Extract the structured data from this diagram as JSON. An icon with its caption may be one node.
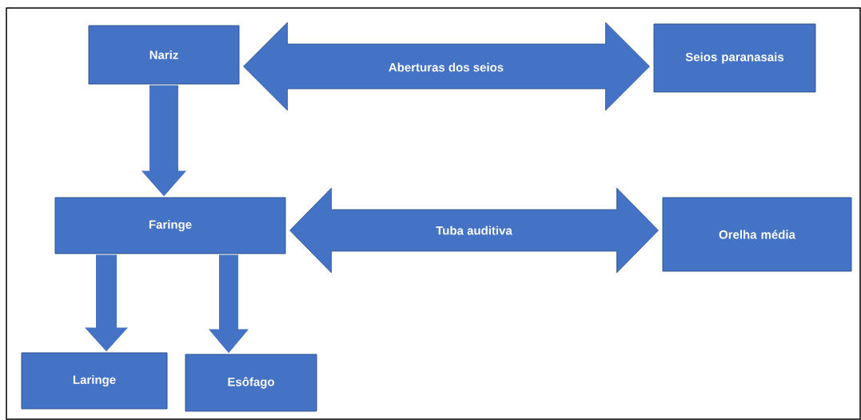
{
  "diagram": {
    "nodes": [
      {
        "text": [
          "Nariz"
        ]
      },
      {
        "text": [
          "Seios paranasais"
        ]
      },
      {
        "text": [
          "Faringe"
        ]
      },
      {
        "text": [
          "Orelha média"
        ]
      },
      {
        "text": [
          "Laringe"
        ]
      },
      {
        "text": [
          "Esôfago"
        ]
      }
    ],
    "edges": [
      {
        "from": 0,
        "to": 2,
        "arrow": "to"
      },
      {
        "from": 0,
        "to": 1,
        "arrow": "both",
        "label": "Aberturas dos seios"
      },
      {
        "from": 2,
        "to": 3,
        "arrow": "both",
        "label": "Tuba auditiva"
      },
      {
        "from": 2,
        "to": 4,
        "arrow": "to"
      },
      {
        "from": 2,
        "to": 5,
        "arrow": "to"
      }
    ]
  }
}
